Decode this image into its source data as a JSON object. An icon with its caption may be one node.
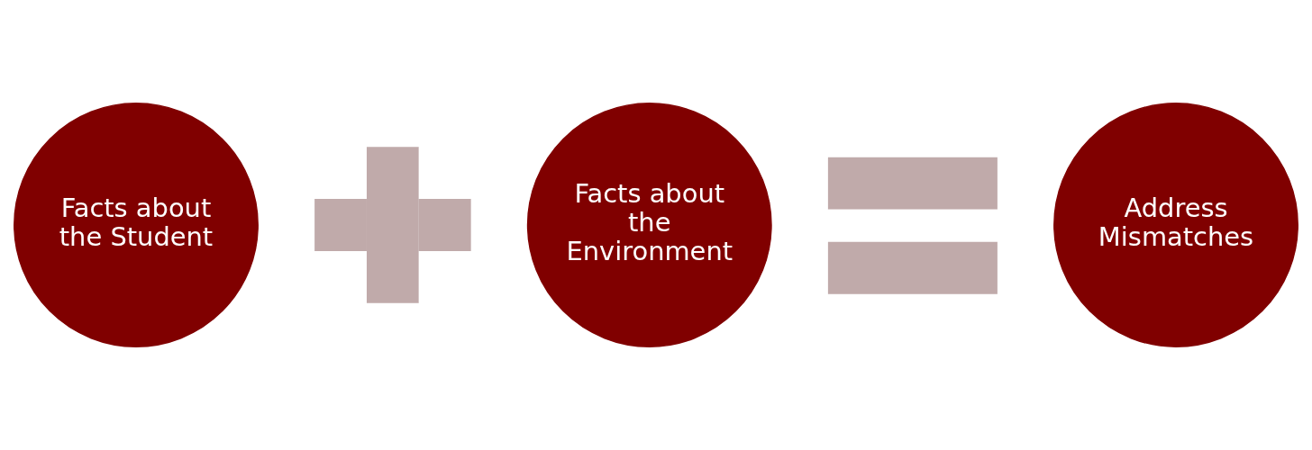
{
  "diagram": {
    "nodes": [
      {
        "text": [
          "Facts about the Student"
        ]
      },
      {
        "text": [],
        "shape": "plus"
      },
      {
        "text": [
          "Facts about the Environment"
        ]
      },
      {
        "text": [],
        "shape": "equals"
      },
      {
        "text": [
          "Address Mismatches"
        ]
      }
    ],
    "edges": []
  }
}
